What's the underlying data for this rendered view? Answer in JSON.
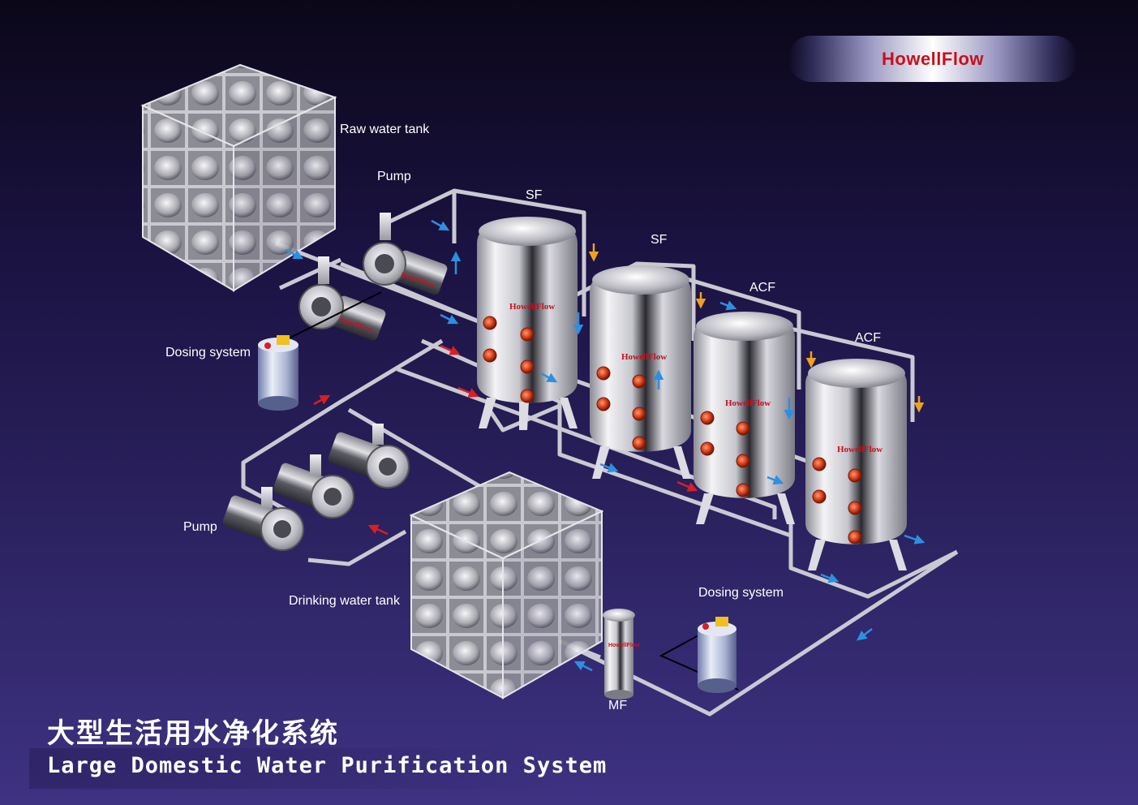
{
  "brand": {
    "name": "HowellFlow"
  },
  "title": {
    "chinese": "大型生活用水净化系统",
    "english": "Large Domestic Water Purification System"
  },
  "labels": {
    "raw_water_tank": "Raw water tank",
    "pump_top": "Pump",
    "dosing_left": "Dosing system",
    "sf1": "SF",
    "sf2": "SF",
    "acf1": "ACF",
    "acf2": "ACF",
    "pump_bottom": "Pump",
    "drinking_water_tank": "Drinking water tank",
    "dosing_right": "Dosing system",
    "mf": "MF"
  },
  "vessel_brand": "HowellFlow",
  "colors": {
    "pipe": "#c9c9d2",
    "flow_blue": "#2d8fe0",
    "flow_red": "#d81f26",
    "flow_orange": "#f0a020",
    "brand_red": "#c8101c",
    "valve_red": "#d23a18"
  }
}
